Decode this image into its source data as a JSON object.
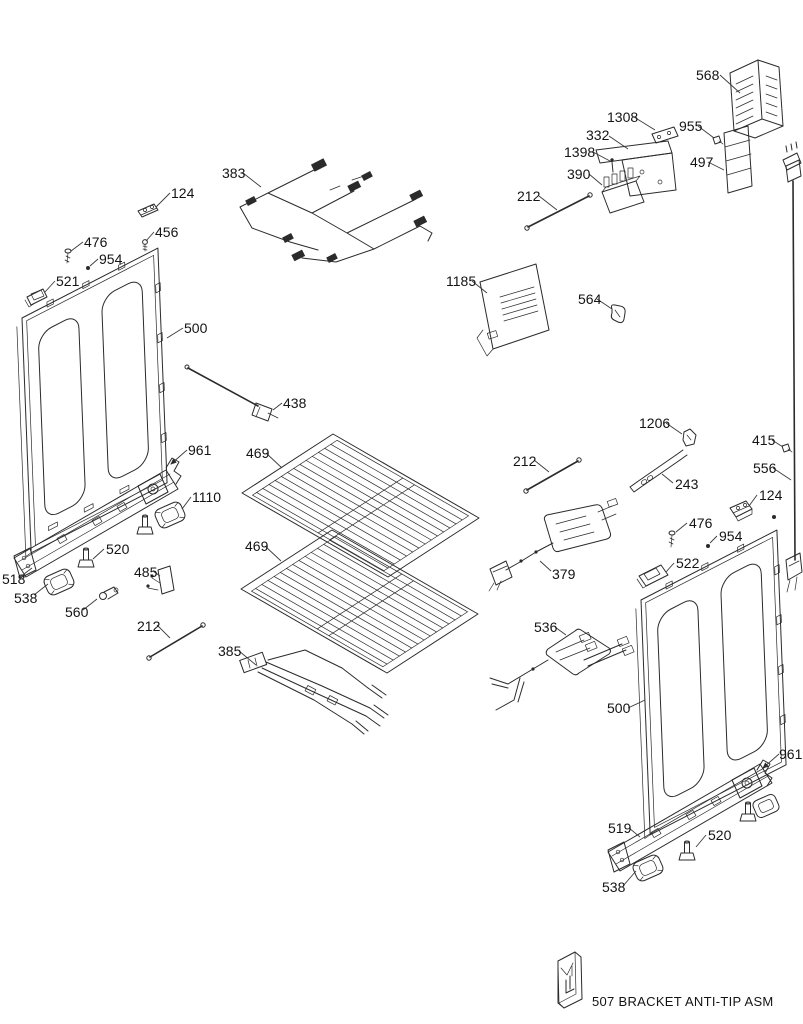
{
  "labels": {
    "l568": "568",
    "l1308": "1308",
    "l955": "955",
    "l332": "332",
    "l1398": "1398",
    "l497": "497",
    "l390": "390",
    "l212_top": "212",
    "l383": "383",
    "l124_left": "124",
    "l456": "456",
    "l476_left": "476",
    "l954_left": "954",
    "l521": "521",
    "l500_left": "500",
    "l1185": "1185",
    "l564": "564",
    "l438": "438",
    "l961_left": "961",
    "l469_upper": "469",
    "l469_lower": "469",
    "l1110": "1110",
    "l520_left": "520",
    "l518": "518",
    "l538_left": "538",
    "l560": "560",
    "l485": "485",
    "l212_bottom_left": "212",
    "l385": "385",
    "l212_center": "212",
    "l379": "379",
    "l1206": "1206",
    "l243": "243",
    "l415": "415",
    "l556": "556",
    "l124_right": "124",
    "l476_right": "476",
    "l954_right": "954",
    "l522": "522",
    "l536": "536",
    "l500_right": "500",
    "l961_right": "961",
    "l519": "519",
    "l520_right": "520",
    "l538_right": "538"
  },
  "footer": {
    "caption": "507  BRACKET ANTI-TIP ASM"
  }
}
